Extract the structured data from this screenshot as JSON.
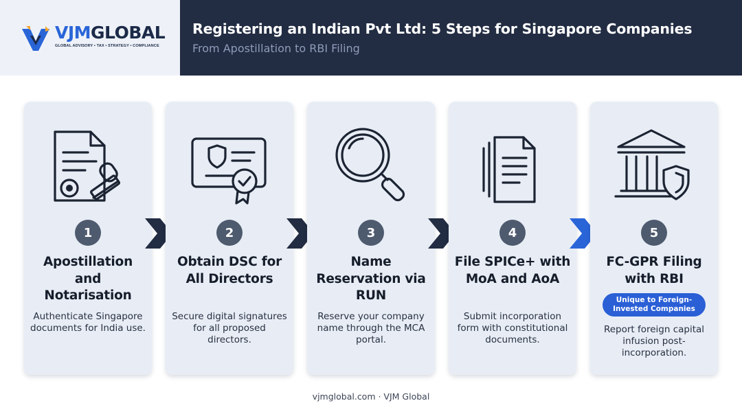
{
  "brand": {
    "name_part1": "VJM",
    "name_part2": "GLOBAL",
    "tagline": "GLOBAL ADVISORY • TAX • STRATEGY • COMPLIANCE",
    "colors": {
      "primary_blue": "#2a65d8",
      "navy": "#1c2a48"
    }
  },
  "header": {
    "title": "Registering an Indian Pvt Ltd: 5 Steps for Singapore Companies",
    "subtitle": "From Apostillation to RBI Filing",
    "background": "#222c42"
  },
  "steps": [
    {
      "number": "1",
      "title": "Apostillation and Notarisation",
      "description": "Authenticate Singapore documents for India use.",
      "icon": "document-stamp-icon"
    },
    {
      "number": "2",
      "title": "Obtain DSC for All Directors",
      "description": "Secure digital signatures for all proposed directors.",
      "icon": "certificate-badge-icon"
    },
    {
      "number": "3",
      "title": "Name Reservation via RUN",
      "description": "Reserve your company name through the MCA portal.",
      "icon": "magnifying-glass-icon"
    },
    {
      "number": "4",
      "title": "File SPICe+ with MoA and AoA",
      "description": "Submit incorporation form with constitutional documents.",
      "icon": "documents-icon"
    },
    {
      "number": "5",
      "title": "FC-GPR Filing with RBI",
      "highlight": "Unique to Foreign-Invested Companies",
      "description": "Report foreign capital infusion post-incorporation.",
      "icon": "bank-shield-icon"
    }
  ],
  "arrows": {
    "default_color": "#222c42",
    "accent_color": "#2a65d8"
  },
  "footer": {
    "text": "vjmglobal.com · VJM Global"
  }
}
